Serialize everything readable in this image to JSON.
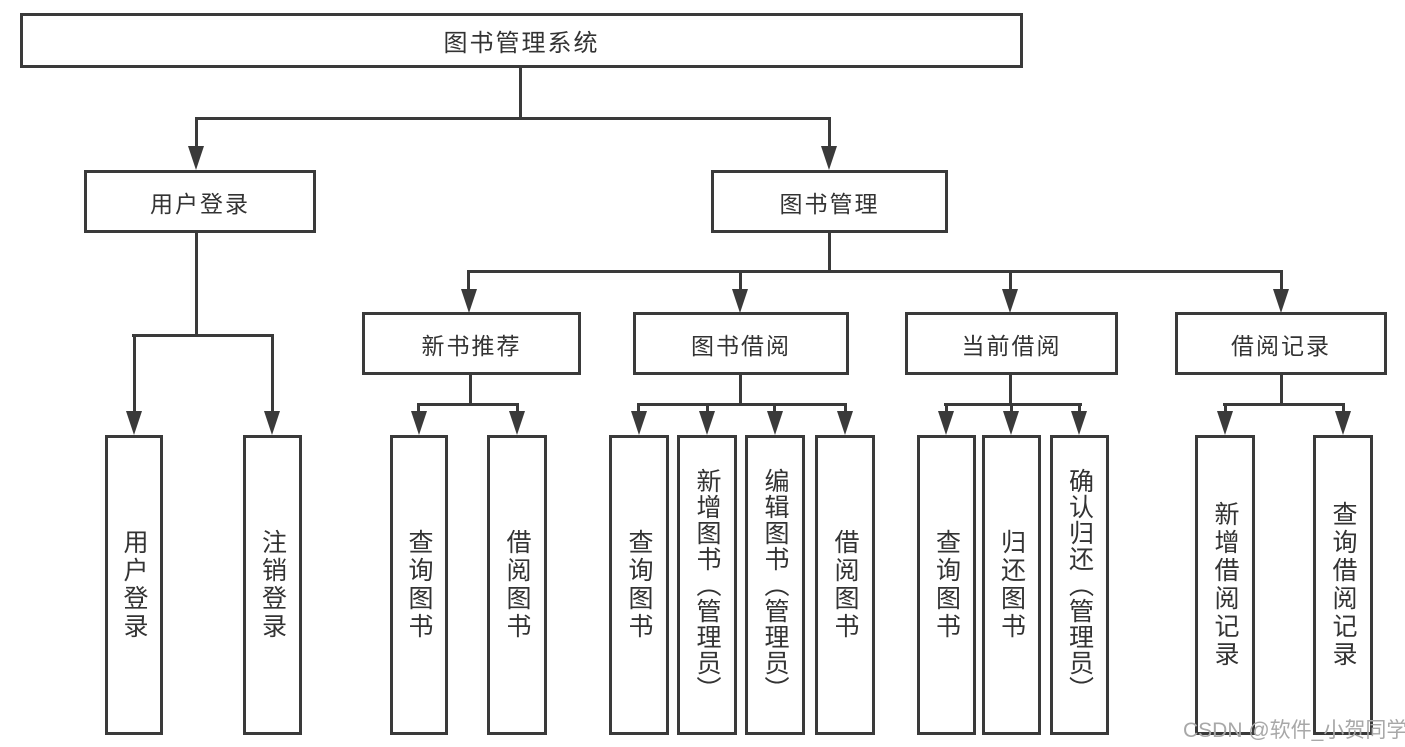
{
  "tree": {
    "root": {
      "label": "图书管理系统"
    },
    "children": [
      {
        "label": "用户登录",
        "children": [
          {
            "label": "用户登录"
          },
          {
            "label": "注销登录"
          }
        ]
      },
      {
        "label": "图书管理",
        "children": [
          {
            "label": "新书推荐",
            "children": [
              {
                "label": "查询图书"
              },
              {
                "label": "借阅图书"
              }
            ]
          },
          {
            "label": "图书借阅",
            "children": [
              {
                "label": "查询图书"
              },
              {
                "label": "新增图书（管理员）"
              },
              {
                "label": "编辑图书（管理员）"
              },
              {
                "label": "借阅图书"
              }
            ]
          },
          {
            "label": "当前借阅",
            "children": [
              {
                "label": "查询图书"
              },
              {
                "label": "归还图书"
              },
              {
                "label": "确认归还（管理员）"
              }
            ]
          },
          {
            "label": "借阅记录",
            "children": [
              {
                "label": "新增借阅记录"
              },
              {
                "label": "查询借阅记录"
              }
            ]
          }
        ]
      }
    ]
  },
  "watermark": {
    "text": "CSDN @软件_小贺同学"
  },
  "colors": {
    "line": "#3a3a3a",
    "text": "#333333",
    "watermark": "#a8a8a8",
    "bg": "#ffffff"
  }
}
